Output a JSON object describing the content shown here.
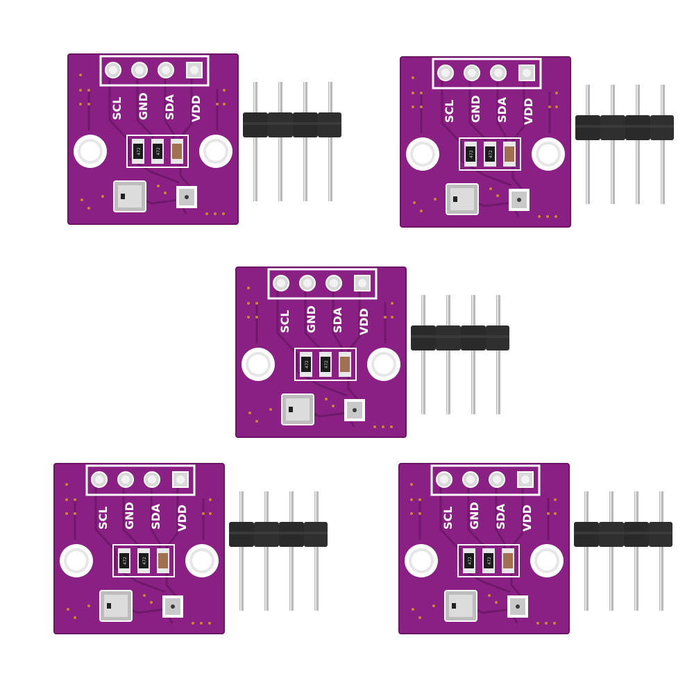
{
  "image": {
    "description_colors": {
      "pcb": "#8a1f84",
      "pcb_dark": "#6d1467",
      "silkscreen": "#ffffff",
      "pad_metal": "#c8c8c8",
      "header_plastic": "#2a2a2a",
      "pin_metal": "#b9b9b9"
    },
    "pin_labels": [
      "SCL",
      "GND",
      "SDA",
      "VDD"
    ],
    "resistor_marking": "472",
    "module_count": 5
  }
}
